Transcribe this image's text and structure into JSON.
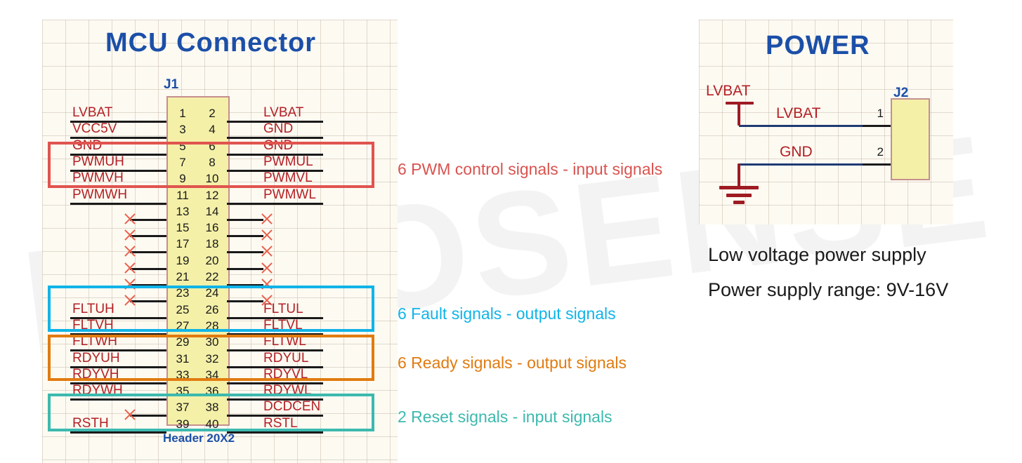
{
  "watermark": {
    "text": "NOVOSENSE"
  },
  "left_panel": {
    "title": "MCU  Connector",
    "ref_des": "J1",
    "footprint": "Header 20X2",
    "pins": [
      {
        "num": "1",
        "side": "odd"
      },
      {
        "num": "2",
        "side": "even"
      },
      {
        "num": "3",
        "side": "odd"
      },
      {
        "num": "4",
        "side": "even"
      },
      {
        "num": "5",
        "side": "odd"
      },
      {
        "num": "6",
        "side": "even"
      },
      {
        "num": "7",
        "side": "odd"
      },
      {
        "num": "8",
        "side": "even"
      },
      {
        "num": "9",
        "side": "odd"
      },
      {
        "num": "10",
        "side": "even"
      },
      {
        "num": "11",
        "side": "odd"
      },
      {
        "num": "12",
        "side": "even"
      },
      {
        "num": "13",
        "side": "odd"
      },
      {
        "num": "14",
        "side": "even"
      },
      {
        "num": "15",
        "side": "odd"
      },
      {
        "num": "16",
        "side": "even"
      },
      {
        "num": "17",
        "side": "odd"
      },
      {
        "num": "18",
        "side": "even"
      },
      {
        "num": "19",
        "side": "odd"
      },
      {
        "num": "20",
        "side": "even"
      },
      {
        "num": "21",
        "side": "odd"
      },
      {
        "num": "22",
        "side": "even"
      },
      {
        "num": "23",
        "side": "odd"
      },
      {
        "num": "24",
        "side": "even"
      },
      {
        "num": "25",
        "side": "odd"
      },
      {
        "num": "26",
        "side": "even"
      },
      {
        "num": "27",
        "side": "odd"
      },
      {
        "num": "28",
        "side": "even"
      },
      {
        "num": "29",
        "side": "odd"
      },
      {
        "num": "30",
        "side": "even"
      },
      {
        "num": "31",
        "side": "odd"
      },
      {
        "num": "32",
        "side": "even"
      },
      {
        "num": "33",
        "side": "odd"
      },
      {
        "num": "34",
        "side": "even"
      },
      {
        "num": "35",
        "side": "odd"
      },
      {
        "num": "36",
        "side": "even"
      },
      {
        "num": "37",
        "side": "odd"
      },
      {
        "num": "38",
        "side": "even"
      },
      {
        "num": "39",
        "side": "odd"
      },
      {
        "num": "40",
        "side": "even"
      }
    ],
    "rows": [
      {
        "left_net": "LVBAT",
        "left_nc": false,
        "right_net": "LVBAT",
        "right_nc": false
      },
      {
        "left_net": "VCC5V",
        "left_nc": false,
        "right_net": "GND",
        "right_nc": false
      },
      {
        "left_net": "GND",
        "left_nc": false,
        "right_net": "GND",
        "right_nc": false
      },
      {
        "left_net": "PWMUH",
        "left_nc": false,
        "right_net": "PWMUL",
        "right_nc": false
      },
      {
        "left_net": "PWMVH",
        "left_nc": false,
        "right_net": "PWMVL",
        "right_nc": false
      },
      {
        "left_net": "PWMWH",
        "left_nc": false,
        "right_net": "PWMWL",
        "right_nc": false
      },
      {
        "left_net": "",
        "left_nc": true,
        "right_net": "",
        "right_nc": true
      },
      {
        "left_net": "",
        "left_nc": true,
        "right_net": "",
        "right_nc": true
      },
      {
        "left_net": "",
        "left_nc": true,
        "right_net": "",
        "right_nc": true
      },
      {
        "left_net": "",
        "left_nc": true,
        "right_net": "",
        "right_nc": true
      },
      {
        "left_net": "",
        "left_nc": true,
        "right_net": "",
        "right_nc": true
      },
      {
        "left_net": "",
        "left_nc": true,
        "right_net": "",
        "right_nc": true
      },
      {
        "left_net": "FLTUH",
        "left_nc": false,
        "right_net": "FLTUL",
        "right_nc": false
      },
      {
        "left_net": "FLTVH",
        "left_nc": false,
        "right_net": "FLTVL",
        "right_nc": false
      },
      {
        "left_net": "FLTWH",
        "left_nc": false,
        "right_net": "FLTWL",
        "right_nc": false
      },
      {
        "left_net": "RDYUH",
        "left_nc": false,
        "right_net": "RDYUL",
        "right_nc": false
      },
      {
        "left_net": "RDYVH",
        "left_nc": false,
        "right_net": "RDYVL",
        "right_nc": false
      },
      {
        "left_net": "RDYWH",
        "left_nc": false,
        "right_net": "RDYWL",
        "right_nc": false
      },
      {
        "left_net": "",
        "left_nc": true,
        "right_net": "DCDCEN",
        "right_nc": false
      },
      {
        "left_net": "RSTH",
        "left_nc": false,
        "right_net": "RSTL",
        "right_nc": false
      }
    ]
  },
  "highlights": [
    {
      "id": "hl-pwm",
      "color": "#e0544f",
      "annotation": "6 PWM control signals - input signals"
    },
    {
      "id": "hl-fault",
      "color": "#10b4e8",
      "annotation": "6 Fault signals - output signals"
    },
    {
      "id": "hl-ready",
      "color": "#e07b10",
      "annotation": "6 Ready signals - output signals"
    },
    {
      "id": "hl-reset",
      "color": "#3cb9ae",
      "annotation": "2 Reset signals - input signals"
    }
  ],
  "right_panel": {
    "title": "POWER",
    "ref_des": "J2",
    "power_symbol_label": "LVBAT",
    "nets": [
      {
        "name": "LVBAT",
        "pin": "1"
      },
      {
        "name": "GND",
        "pin": "2"
      }
    ]
  },
  "notes": {
    "line1": "Low voltage power supply",
    "line2": "Power supply range: 9V-16V"
  },
  "colors": {
    "title_blue": "#1b4fa8",
    "net_red": "#b32025",
    "body_yellow": "#f4f0a8",
    "body_border": "#c58f8f",
    "wire_black": "#1a1a1a",
    "wire_blue": "#1f3a73",
    "nc_red": "#e8604c",
    "grid_bg": "#fdfaf2"
  }
}
